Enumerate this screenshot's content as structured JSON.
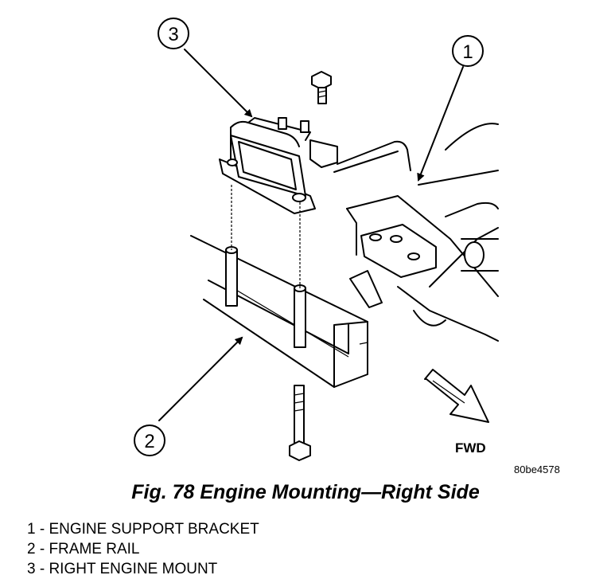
{
  "figure": {
    "caption": "Fig. 78 Engine Mounting—Right Side",
    "image_code": "80be4578",
    "direction_label": "FWD"
  },
  "callouts": [
    {
      "number": "1",
      "part": "ENGINE SUPPORT BRACKET"
    },
    {
      "number": "2",
      "part": "FRAME RAIL"
    },
    {
      "number": "3",
      "part": "RIGHT ENGINE MOUNT"
    }
  ],
  "legend": [
    "1 - ENGINE SUPPORT BRACKET",
    "2 - FRAME RAIL",
    "3 - RIGHT ENGINE MOUNT"
  ]
}
